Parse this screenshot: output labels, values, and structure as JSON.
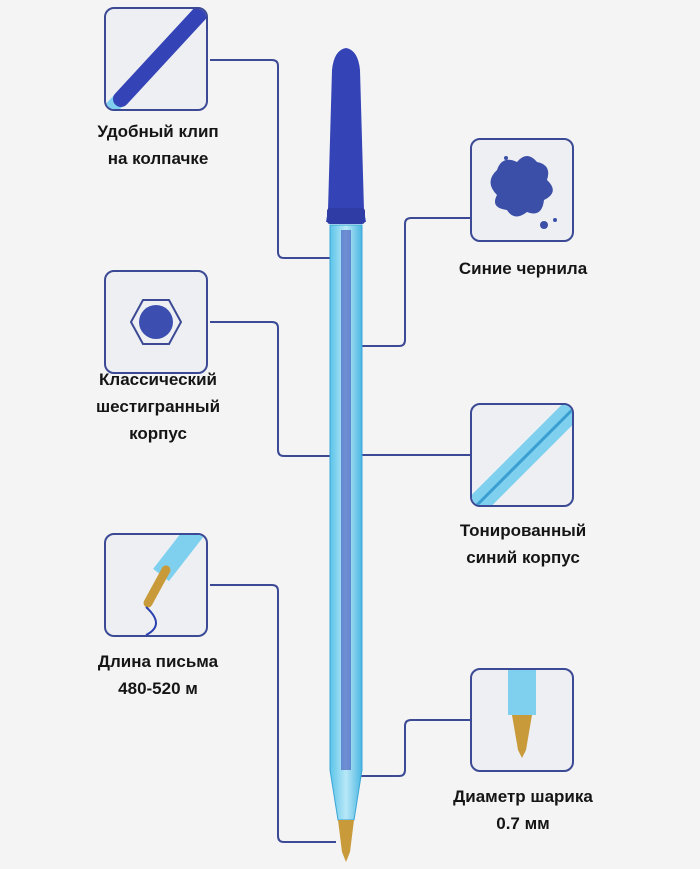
{
  "features": {
    "clip": {
      "line1": "Удобный клип",
      "line2": "на колпачке"
    },
    "hex": {
      "line1": "Классический",
      "line2": "шестигранный",
      "line3": "корпус"
    },
    "length": {
      "line1": "Длина письма",
      "line2": "480-520 м"
    },
    "ink": {
      "line1": "Синие чернила"
    },
    "tinted": {
      "line1": "Тонированный",
      "line2": "синий корпус"
    },
    "ball": {
      "line1": "Диаметр шарика",
      "line2": "0.7 мм"
    }
  },
  "colors": {
    "accent": "#3c4a95",
    "pen_blue": "#3443b5",
    "body": "#8fd6f0",
    "tip": "#c89a3a"
  }
}
